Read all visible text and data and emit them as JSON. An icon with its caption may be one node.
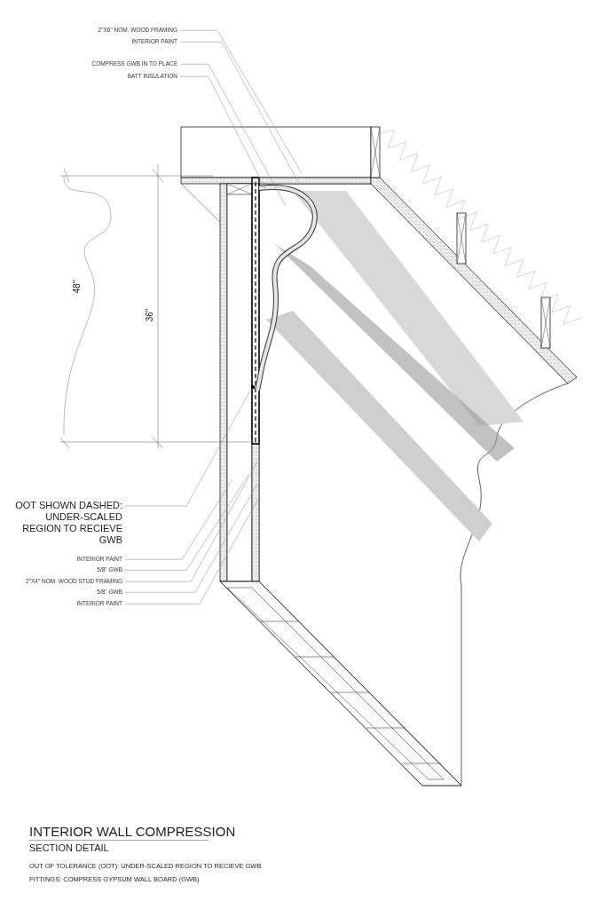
{
  "diagram": {
    "title": "INTERIOR WALL COMPRESSION",
    "caption": "SECTION DETAIL",
    "nodes": [
      {
        "text": [
          "2\"X6\" NOM. WOOD FRAMING"
        ]
      },
      {
        "text": [
          "INTERIOR PAINT"
        ]
      },
      {
        "text": [
          "COMPRESS GWB IN TO PLACE"
        ]
      },
      {
        "text": [
          "BATT INSULATION"
        ]
      },
      {
        "text": [
          "OOT SHOWN DASHED: UNDER-SCALED REGION TO RECIEVE GWB"
        ]
      },
      {
        "text": [
          "INTERIOR PAINT"
        ]
      },
      {
        "text": [
          "5/8\" GWB"
        ]
      },
      {
        "text": [
          "2\"X4\" NOM. WOOD STUD FRAMING"
        ]
      },
      {
        "text": [
          "5/8\" GWB"
        ]
      },
      {
        "text": [
          "INTERIOR PAINT"
        ]
      }
    ],
    "edges": [
      {
        "from": 0,
        "to": null,
        "arrow": "none"
      },
      {
        "from": 1,
        "to": null,
        "arrow": "none"
      },
      {
        "from": 2,
        "to": null,
        "arrow": "none"
      },
      {
        "from": 3,
        "to": null,
        "arrow": "none"
      },
      {
        "from": 4,
        "to": null,
        "arrow": "none"
      },
      {
        "from": 5,
        "to": null,
        "arrow": "none"
      },
      {
        "from": 6,
        "to": null,
        "arrow": "none"
      },
      {
        "from": 7,
        "to": null,
        "arrow": "none"
      },
      {
        "from": 8,
        "to": null,
        "arrow": "none"
      },
      {
        "from": 9,
        "to": null,
        "arrow": "none"
      }
    ],
    "labels": [
      "48\"",
      "36\"",
      "OUT OF TOLERANCE (OOT): UNDER-SCALED REGION TO RECIEVE GWB",
      "FITTINGS: COMPRESS GYPSUM WALL BOARD (GWB)"
    ]
  }
}
